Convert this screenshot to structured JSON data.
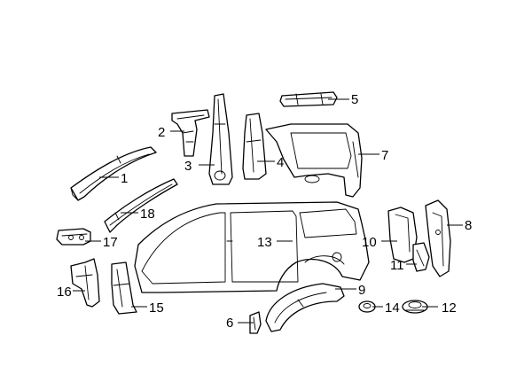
{
  "callouts": [
    {
      "key": "p1",
      "label": "1"
    },
    {
      "key": "p2",
      "label": "2"
    },
    {
      "key": "p3",
      "label": "3"
    },
    {
      "key": "p4",
      "label": "4"
    },
    {
      "key": "p5",
      "label": "5"
    },
    {
      "key": "p6",
      "label": "6"
    },
    {
      "key": "p7",
      "label": "7"
    },
    {
      "key": "p8",
      "label": "8"
    },
    {
      "key": "p9",
      "label": "9"
    },
    {
      "key": "p10",
      "label": "10"
    },
    {
      "key": "p11",
      "label": "11"
    },
    {
      "key": "p12",
      "label": "12"
    },
    {
      "key": "p13",
      "label": "13"
    },
    {
      "key": "p14",
      "label": "14"
    },
    {
      "key": "p15",
      "label": "15"
    },
    {
      "key": "p16",
      "label": "16"
    },
    {
      "key": "p17",
      "label": "17"
    },
    {
      "key": "p18",
      "label": "18"
    }
  ],
  "colors": {
    "line": "#000000",
    "background": "#ffffff"
  }
}
